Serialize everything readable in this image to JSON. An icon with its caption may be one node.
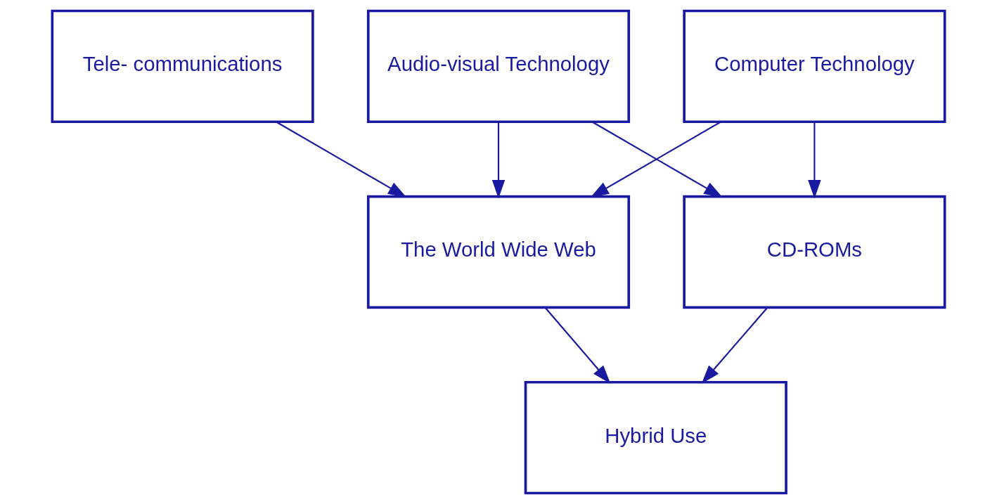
{
  "diagram": {
    "nodes": [
      {
        "text": [
          "Tele- communications"
        ]
      },
      {
        "text": [
          "Computer Technology"
        ]
      },
      {
        "text": [
          "Audio-visual Technology"
        ]
      },
      {
        "text": [
          "The World Wide Web"
        ]
      },
      {
        "text": [
          "CD-ROMs"
        ]
      },
      {
        "text": [
          "Hybrid Use"
        ]
      }
    ],
    "edges": [
      {
        "from": 0,
        "to": 3,
        "arrow": "to"
      },
      {
        "from": 1,
        "to": 3,
        "arrow": "to"
      },
      {
        "from": 1,
        "to": 4,
        "arrow": "to"
      },
      {
        "from": 2,
        "to": 3,
        "arrow": "to"
      },
      {
        "from": 2,
        "to": 4,
        "arrow": "to"
      },
      {
        "from": 3,
        "to": 5,
        "arrow": "to"
      },
      {
        "from": 4,
        "to": 5,
        "arrow": "to"
      }
    ]
  }
}
